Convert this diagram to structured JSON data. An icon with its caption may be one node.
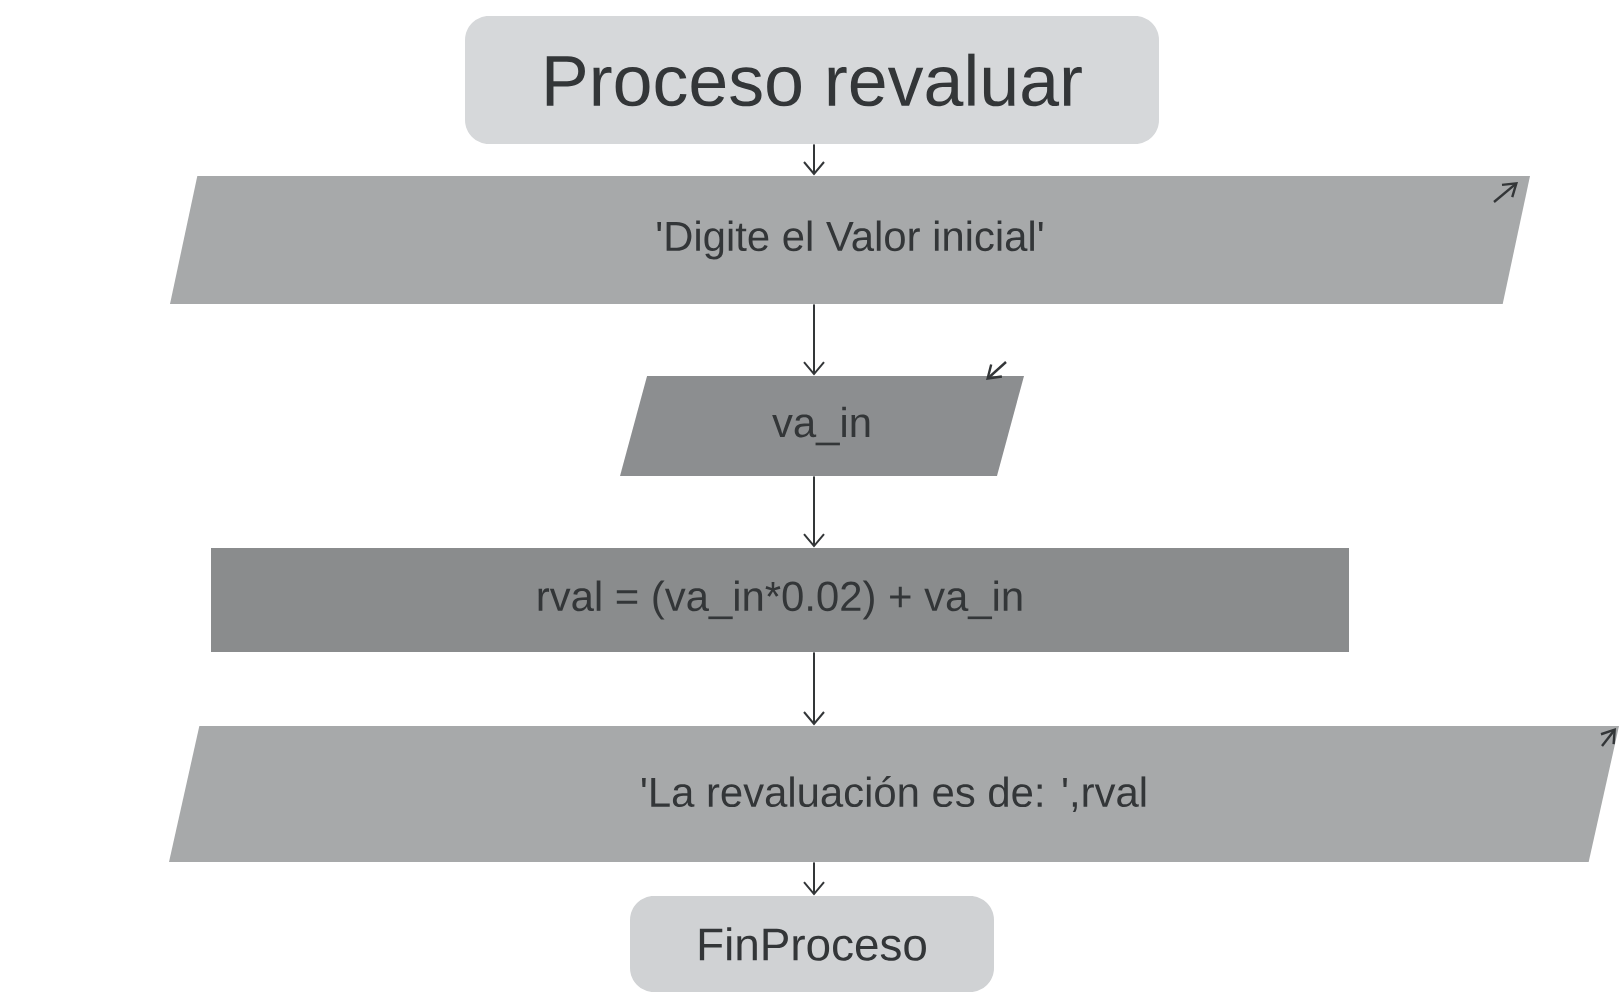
{
  "diagram": {
    "nodes": [
      {
        "text": [
          "Proceso revaluar"
        ]
      },
      {
        "text": [
          "'Digite el Valor inicial'"
        ]
      },
      {
        "text": [
          "va_in"
        ]
      },
      {
        "text": [
          "rval = (va_in*0.02) + va_in"
        ]
      },
      {
        "text": [
          "'La revaluación es de:  ',rval"
        ]
      },
      {
        "text": [
          "FinProceso"
        ]
      }
    ],
    "edges": [
      {
        "from": 0,
        "to": 1,
        "arrow": "to"
      },
      {
        "from": 1,
        "to": 2,
        "arrow": "to"
      },
      {
        "from": 2,
        "to": 3,
        "arrow": "to"
      },
      {
        "from": 3,
        "to": 4,
        "arrow": "to"
      },
      {
        "from": 4,
        "to": 5,
        "arrow": "to"
      }
    ]
  }
}
